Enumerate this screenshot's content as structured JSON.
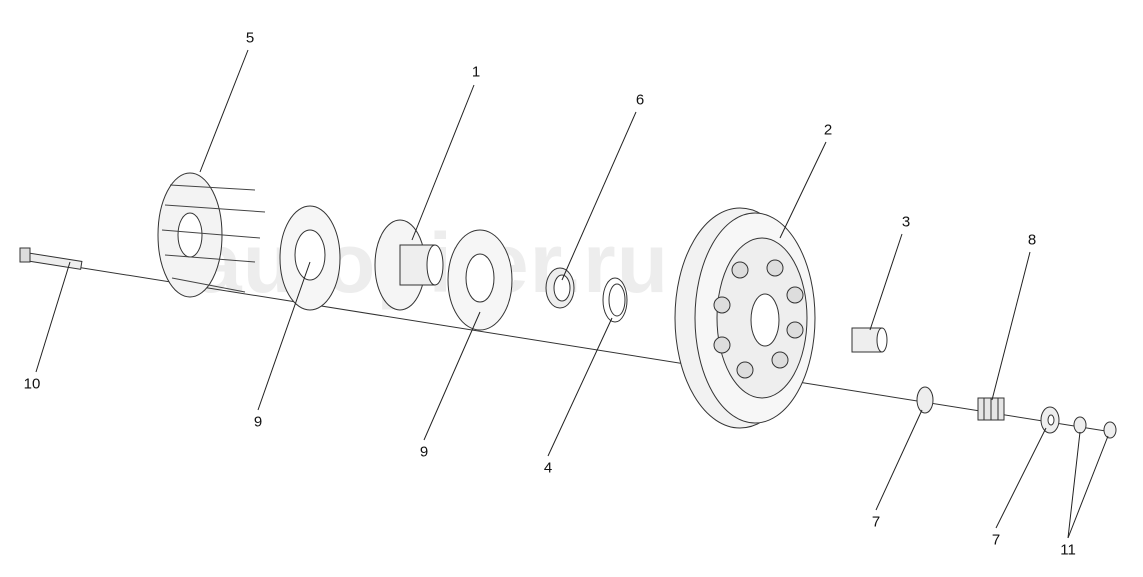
{
  "watermark": "autopiter.ru",
  "callouts": [
    {
      "id": "5",
      "text": "5"
    },
    {
      "id": "1",
      "text": "1"
    },
    {
      "id": "6",
      "text": "6"
    },
    {
      "id": "2",
      "text": "2"
    },
    {
      "id": "3",
      "text": "3"
    },
    {
      "id": "8",
      "text": "8"
    },
    {
      "id": "10",
      "text": "10"
    },
    {
      "id": "9a",
      "text": "9"
    },
    {
      "id": "9b",
      "text": "9"
    },
    {
      "id": "4",
      "text": "4"
    },
    {
      "id": "7a",
      "text": "7"
    },
    {
      "id": "7b",
      "text": "7"
    },
    {
      "id": "11",
      "text": "11"
    }
  ]
}
